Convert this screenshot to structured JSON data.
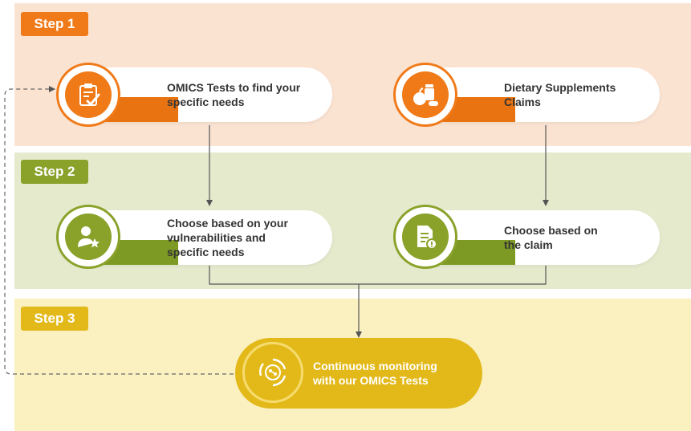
{
  "steps": {
    "step1": {
      "label": "Step 1"
    },
    "step2": {
      "label": "Step 2"
    },
    "step3": {
      "label": "Step 3"
    }
  },
  "nodes": {
    "omics_tests": {
      "text": "OMICS Tests to find your\nspecific needs",
      "icon": "clipboard-check-icon"
    },
    "dietary_supplements": {
      "text": "Dietary Supplements\nClaims",
      "icon": "apple-pills-icon"
    },
    "choose_vulnerabilities": {
      "text": "Choose based on your\nvulnerabilities and\nspecific needs",
      "icon": "person-star-icon"
    },
    "choose_claim": {
      "text": "Choose based on\nthe claim",
      "icon": "document-alert-icon"
    },
    "continuous_monitoring": {
      "text": "Continuous monitoring\nwith our OMICS Tests",
      "icon": "cycle-monitor-icon"
    }
  },
  "colors": {
    "step1": "#f07a18",
    "step2": "#8aa22a",
    "step3": "#e3b91a",
    "band1": "#fbe3d2",
    "band2": "#e6eacd",
    "band3": "#faf0c0"
  }
}
